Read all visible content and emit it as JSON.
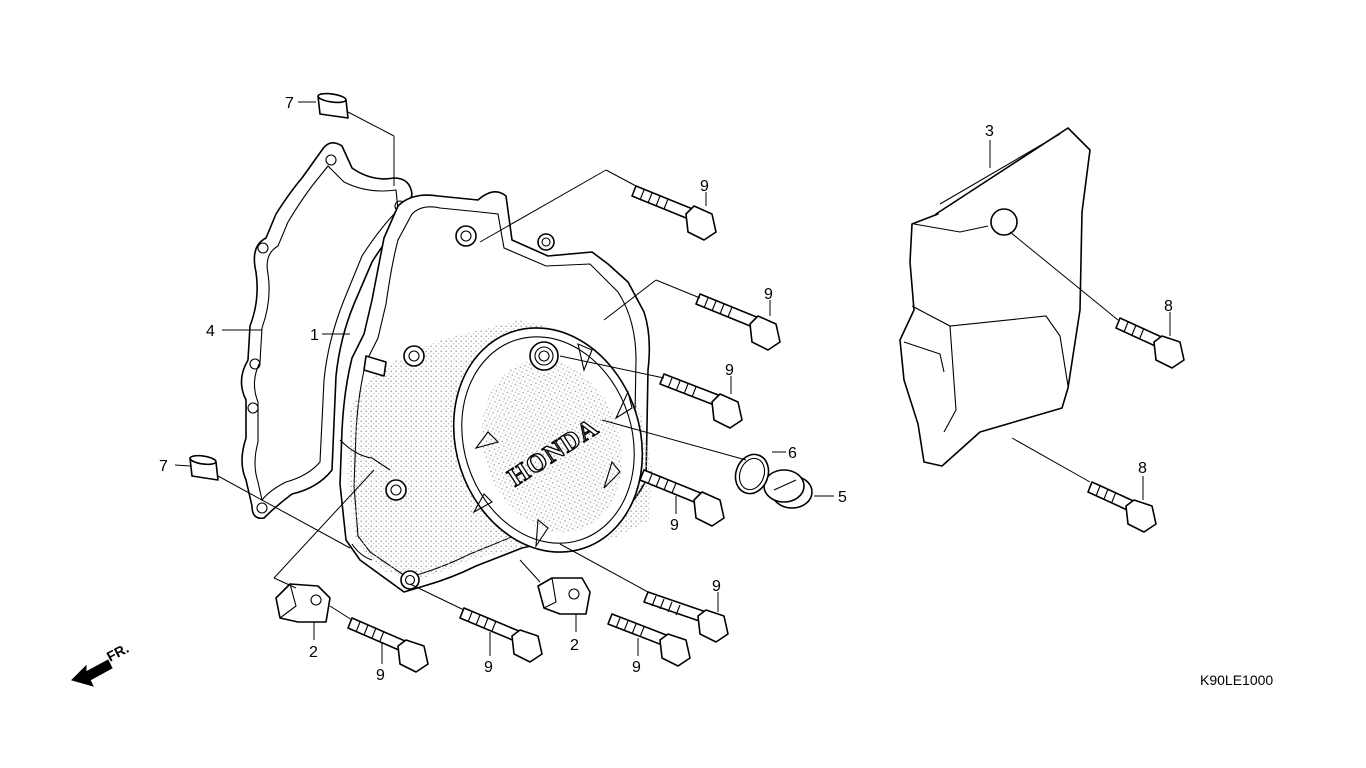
{
  "diagram": {
    "brand_mark": "HONDA",
    "diagram_code": "K90LE1000",
    "direction_label": "FR.",
    "callouts": {
      "c1": "1",
      "c2a": "2",
      "c2b": "2",
      "c3": "3",
      "c4": "4",
      "c5": "5",
      "c6": "6",
      "c7a": "7",
      "c7b": "7",
      "c8a": "8",
      "c8b": "8",
      "c9a": "9",
      "c9b": "9",
      "c9c": "9",
      "c9d": "9",
      "c9e": "9",
      "c9f": "9",
      "c9g": "9",
      "c9h": "9"
    }
  },
  "colors": {
    "line": "#000000",
    "background": "#ffffff",
    "shading": "#9a9a9a"
  }
}
